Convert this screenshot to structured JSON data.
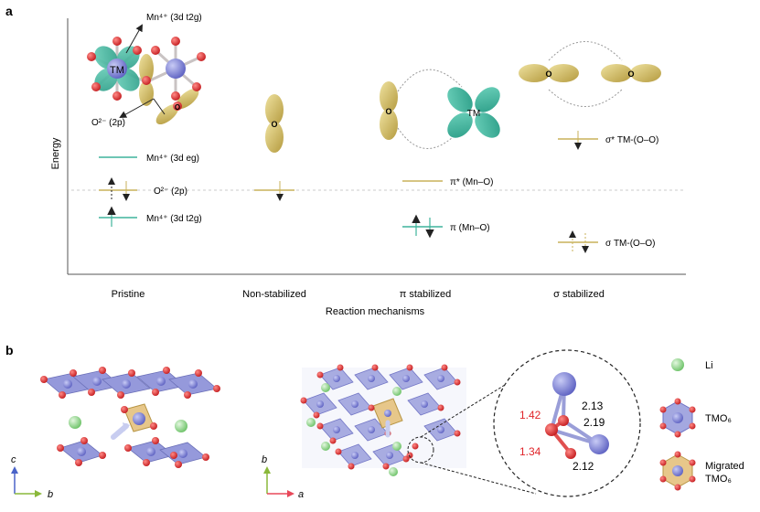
{
  "panel_a": {
    "label": "a",
    "y_axis": "Energy",
    "x_axis": "Reaction mechanisms",
    "columns": [
      "Pristine",
      "Non-stabilized",
      "π stabilized",
      "σ stabilized"
    ],
    "pristine": {
      "mn_eg": "Mn⁴⁺ (3d eg)",
      "o2p": "O²⁻ (2p)",
      "mn_t2g": "Mn⁴⁺ (3d t2g)",
      "callout_mn": "Mn⁴⁺ (3d t2g)",
      "callout_o": "O²⁻ (2p)",
      "tm": "TM",
      "o": "O"
    },
    "pi": {
      "antibond": "π* (Mn–O)",
      "bond": "π (Mn–O)",
      "tm": "TM",
      "o": "O"
    },
    "sigma": {
      "antibond": "σ* TM-(O–O)",
      "bond": "σ TM-(O–O)",
      "o1": "O",
      "o2": "O"
    },
    "nonstab": {
      "o": "O"
    }
  },
  "panel_b": {
    "label": "b",
    "axes_left": {
      "vertical": "c",
      "horizontal": "b"
    },
    "axes_mid": {
      "vertical": "b",
      "horizontal": "a"
    },
    "distances": {
      "d1": "2.13",
      "d2": "2.19",
      "d3": "2.12",
      "d4": "1.42",
      "d5": "1.34"
    },
    "legend": {
      "li": "Li",
      "tmo6": "TMO₆",
      "migrated_line1": "Migrated",
      "migrated_line2": "TMO₆"
    }
  },
  "colors": {
    "tm_teal": "#3fb39b",
    "o_gold": "#c8b25a",
    "bond_red": "#e0262b",
    "octa_blue": "#7f83cf",
    "li_green": "#8fd68a",
    "axis_blue": "#4a63c8",
    "axis_green": "#8ab83a",
    "axis_red": "#e8485a"
  }
}
